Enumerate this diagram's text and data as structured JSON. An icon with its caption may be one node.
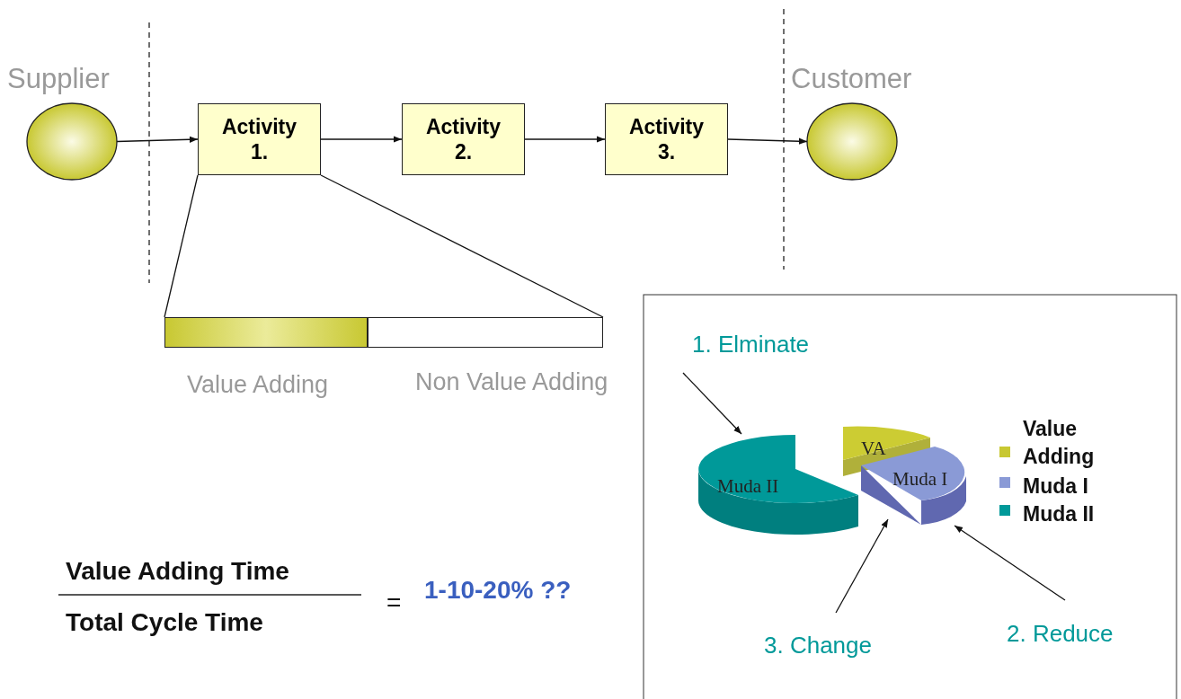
{
  "diagram": {
    "nodes": [
      {
        "text": [
          "Supplier"
        ]
      },
      {
        "text": [
          "Activity 1."
        ]
      },
      {
        "text": [
          "Activity 2."
        ]
      },
      {
        "text": [
          "Activity 3."
        ]
      },
      {
        "text": [
          "Customer"
        ]
      },
      {
        "text": [],
        "shape": "bar",
        "beside": [
          "Value Adding"
        ]
      },
      {
        "text": [],
        "shape": "bar",
        "beside": [
          "Non Value Adding"
        ]
      },
      {
        "text": [
          "1. Elminate"
        ]
      },
      {
        "text": [
          "Muda II"
        ]
      },
      {
        "text": [
          "VA"
        ]
      },
      {
        "text": [
          "Muda I"
        ]
      },
      {
        "text": [
          "2. Reduce"
        ]
      },
      {
        "text": [
          "3. Change"
        ]
      }
    ],
    "edges": [
      {
        "from": 0,
        "to": 1,
        "arrow": "to"
      },
      {
        "from": 1,
        "to": 2,
        "arrow": "to"
      },
      {
        "from": 2,
        "to": 3,
        "arrow": "to"
      },
      {
        "from": 3,
        "to": 4,
        "arrow": "to"
      },
      {
        "from": 1,
        "to": 5,
        "arrow": "none"
      },
      {
        "from": 1,
        "to": 6,
        "arrow": "none"
      },
      {
        "from": 7,
        "to": 8,
        "arrow": "to"
      },
      {
        "from": 11,
        "to": 10,
        "arrow": "to"
      },
      {
        "from": 12,
        "to": 10,
        "arrow": "to"
      }
    ],
    "labels": [
      "Value Adding Time",
      "Total Cycle Time",
      "=",
      "1-10-20% ??"
    ],
    "legend": [
      {
        "text": "Value Adding",
        "color": "#c8c832"
      },
      {
        "text": "Muda I",
        "color": "#8a9ad6"
      },
      {
        "text": "Muda II",
        "color": "#009999"
      }
    ]
  }
}
